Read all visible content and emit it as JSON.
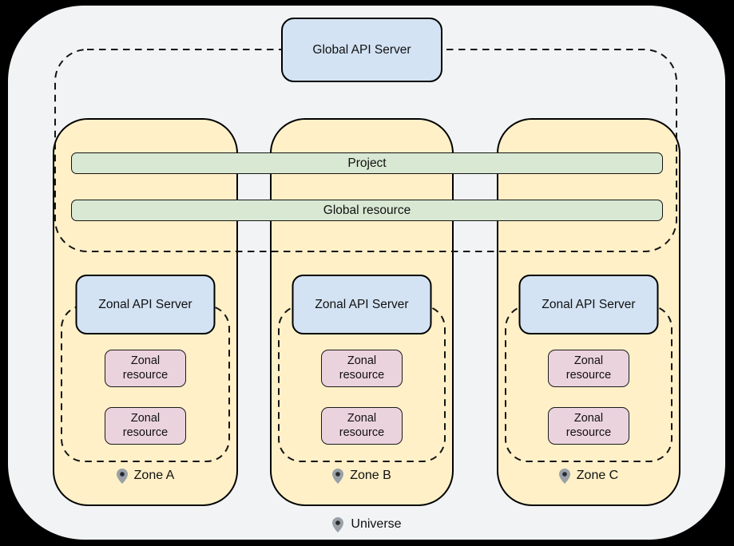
{
  "global_api_server": {
    "label": "Global API Server"
  },
  "global_scope": {
    "project_label": "Project",
    "global_resource_label": "Global resource"
  },
  "zones": [
    {
      "name": "Zone A",
      "api_server_label": "Zonal API Server",
      "resources": [
        "Zonal\nresource",
        "Zonal\nresource"
      ]
    },
    {
      "name": "Zone B",
      "api_server_label": "Zonal API Server",
      "resources": [
        "Zonal\nresource",
        "Zonal\nresource"
      ]
    },
    {
      "name": "Zone C",
      "api_server_label": "Zonal API Server",
      "resources": [
        "Zonal\nresource",
        "Zonal\nresource"
      ]
    }
  ],
  "universe": {
    "label": "Universe"
  },
  "colors": {
    "page_background": "#000000",
    "universe_fill": "#f1f3f4",
    "zone_fill": "#fff0c7",
    "api_server_fill": "#d3e3f4",
    "global_bar_fill": "#d9e8d3",
    "zonal_resource_fill": "#ebd3de",
    "border": "#141414",
    "pin_gray": "#99a0a7"
  }
}
